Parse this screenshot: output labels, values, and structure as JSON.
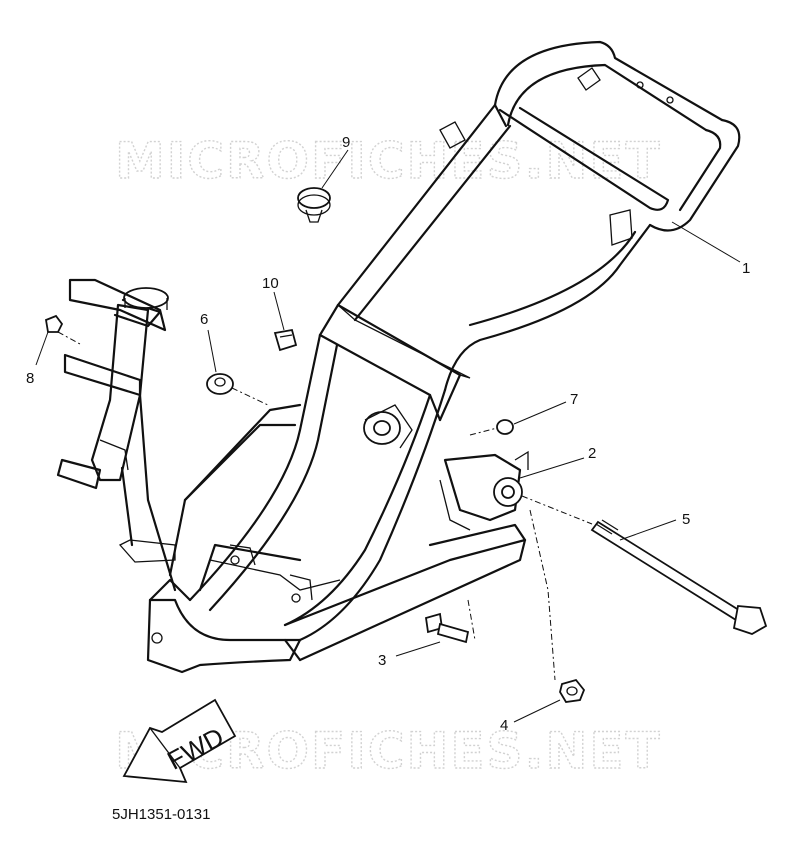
{
  "watermark_top": "MICROFICHES.NET",
  "watermark_bottom": "MICROFICHES.NET",
  "part_code": "5JH1351-0131",
  "fwd_label": "FWD",
  "callouts": [
    "1",
    "2",
    "3",
    "4",
    "5",
    "6",
    "7",
    "8",
    "9",
    "10"
  ]
}
